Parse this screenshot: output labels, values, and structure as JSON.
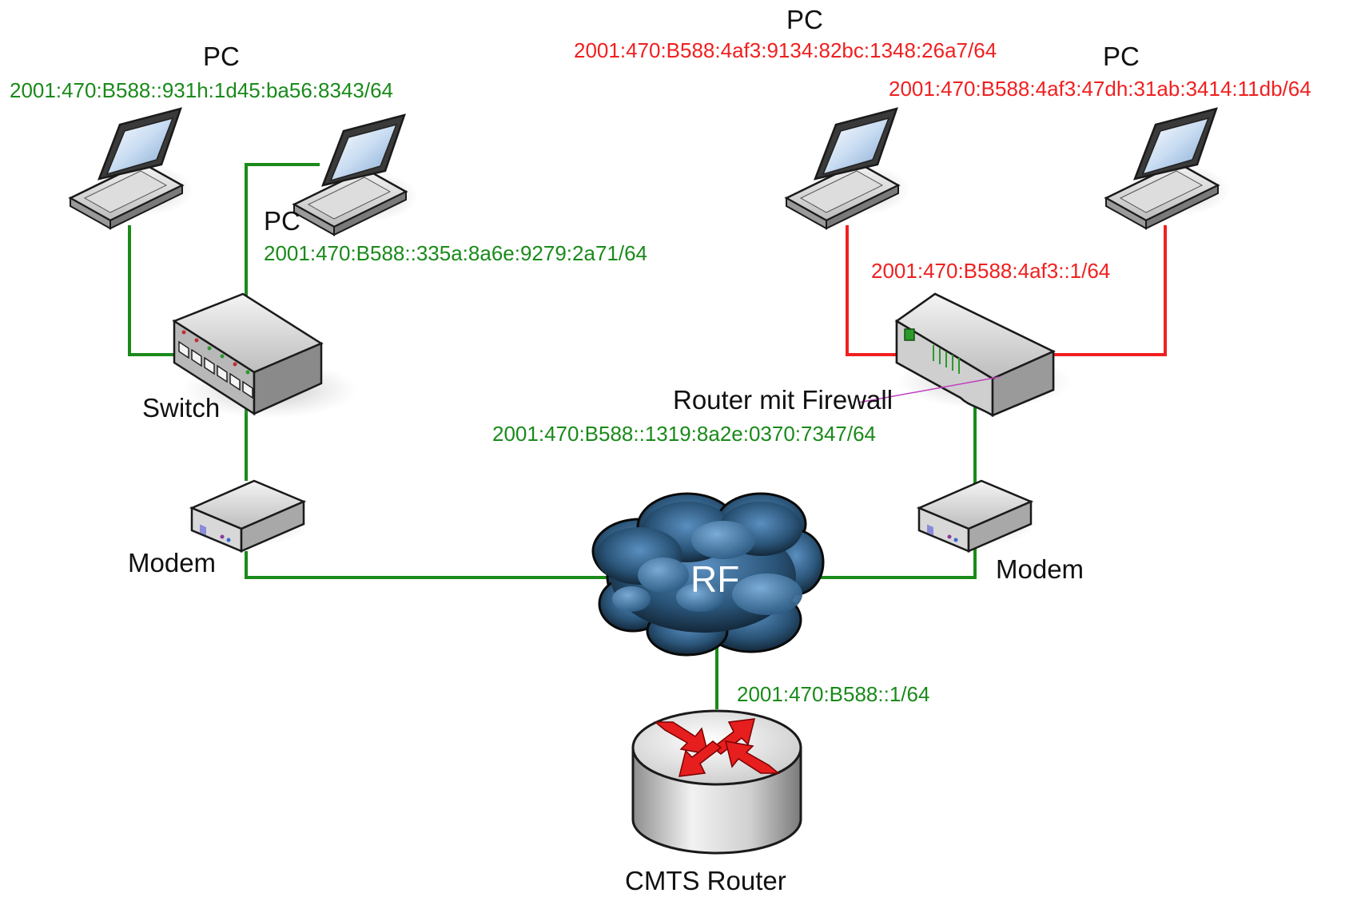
{
  "colors": {
    "green_link": "#1a8a1a",
    "red_link": "#f02020",
    "label_text": "#111111"
  },
  "nodes": {
    "pc_left": {
      "label": "PC",
      "address": "2001:470:B588::931h:1d45:ba56:8343/64",
      "icon": "laptop-icon"
    },
    "pc_mid": {
      "label": "PC",
      "address": "2001:470:B588::335a:8a6e:9279:2a71/64",
      "icon": "laptop-icon"
    },
    "pc_top": {
      "label": "PC",
      "address": "2001:470:B588:4af3:9134:82bc:1348:26a7/64",
      "icon": "laptop-icon"
    },
    "pc_right": {
      "label": "PC",
      "address": "2001:470:B588:4af3:47dh:31ab:3414:11db/64",
      "icon": "laptop-icon"
    },
    "switch": {
      "label": "Switch",
      "icon": "switch-icon"
    },
    "router_firewall": {
      "label": "Router mit Firewall",
      "lan_address": "2001:470:B588:4af3::1/64",
      "wan_address": "2001:470:B588::1319:8a2e:0370:7347/64",
      "icon": "router-firewall-icon"
    },
    "modem_left": {
      "label": "Modem",
      "icon": "modem-icon"
    },
    "modem_right": {
      "label": "Modem",
      "icon": "modem-icon"
    },
    "rf_cloud": {
      "label": "RF",
      "icon": "cloud-icon"
    },
    "cmts_router": {
      "label": "CMTS Router",
      "address": "2001:470:B588::1/64",
      "icon": "router-icon"
    }
  }
}
